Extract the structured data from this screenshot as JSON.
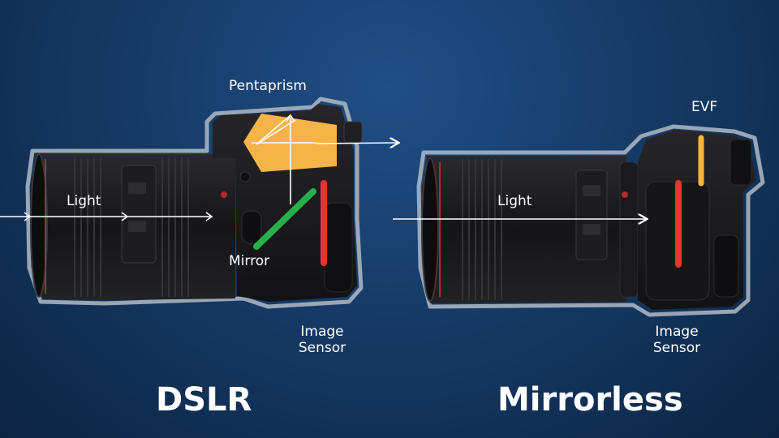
{
  "dslr": {
    "title": "DSLR",
    "labels": {
      "pentaprism": "Pentaprism",
      "light": "Light",
      "mirror": "Mirror",
      "image_sensor_line1": "Image",
      "image_sensor_line2": "Sensor"
    }
  },
  "mirrorless": {
    "title": "Mirrorless",
    "labels": {
      "evf": "EVF",
      "light": "Light",
      "image_sensor_line1": "Image",
      "image_sensor_line2": "Sensor"
    }
  },
  "colors": {
    "background": "#163b68",
    "pentaprism": "#f6b347",
    "mirror": "#27b04a",
    "image_sensor": "#e8332f",
    "evf": "#f6b83a",
    "light_ray": "#ffffff",
    "camera_outline": "#a9b2bf",
    "camera_body": "#1a1a1c"
  }
}
